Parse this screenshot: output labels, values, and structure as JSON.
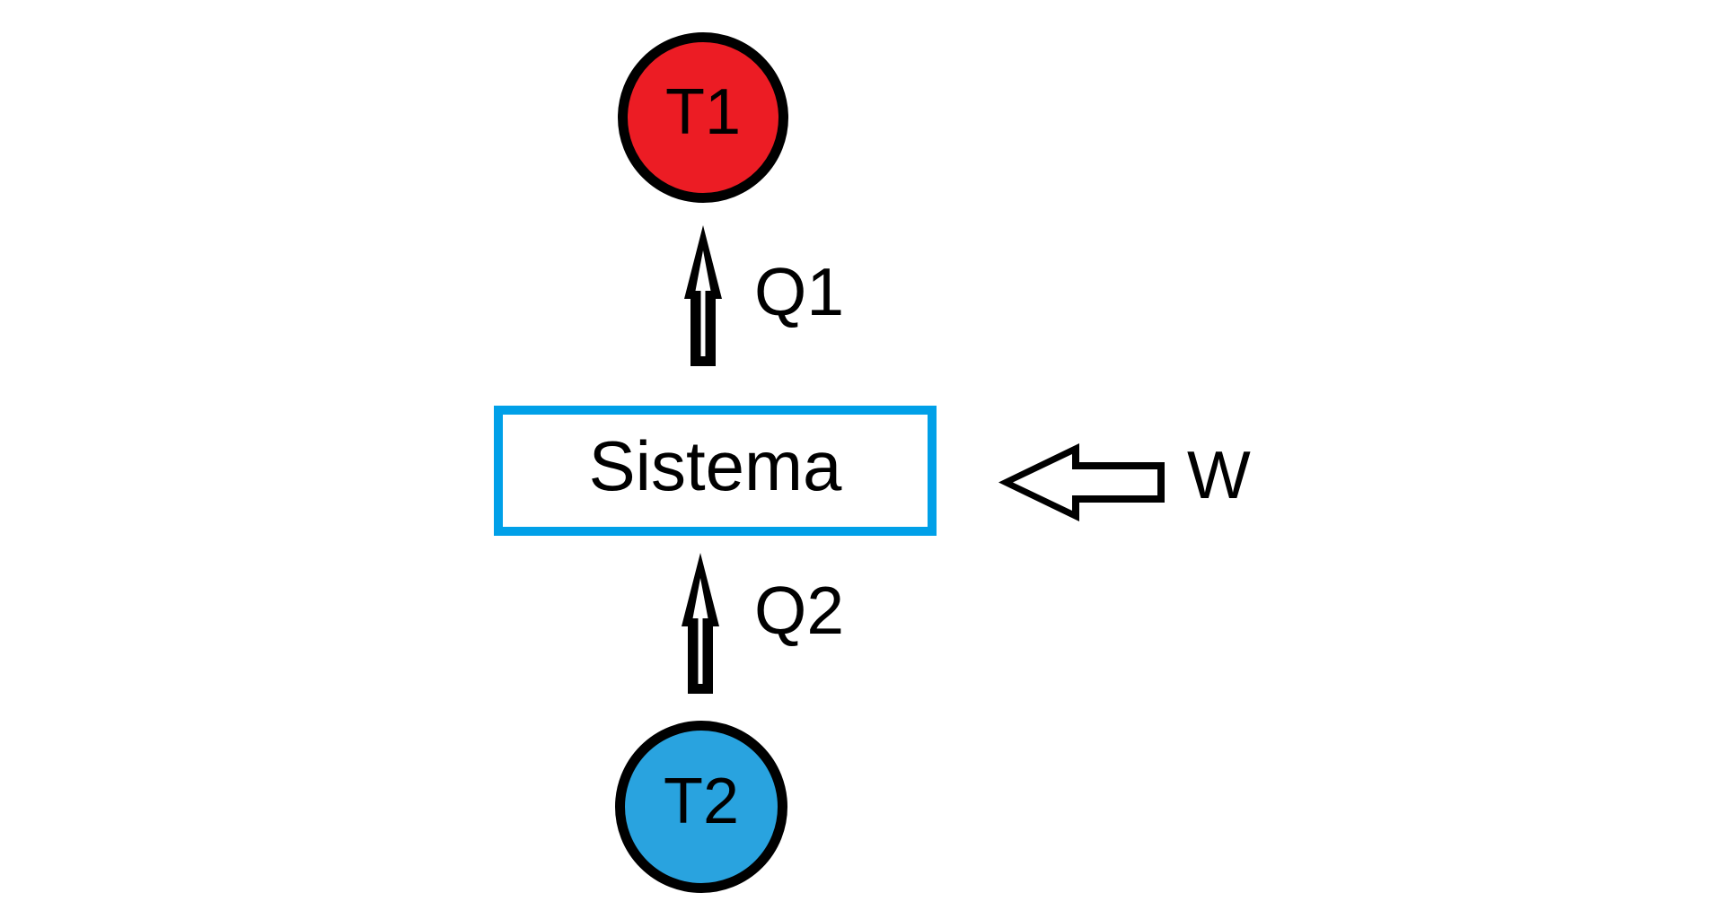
{
  "diagram": {
    "type": "thermodynamic-system-energy-flow",
    "background_color": "#ffffff",
    "hot_reservoir": {
      "label": "T1",
      "fill_color": "#ec1c24",
      "border_color": "#000000",
      "shape": "circle",
      "position": "top"
    },
    "cold_reservoir": {
      "label": "T2",
      "fill_color": "#29a3df",
      "border_color": "#000000",
      "shape": "circle",
      "position": "bottom"
    },
    "system_box": {
      "label": "Sistema",
      "border_color": "#00a0e8",
      "fill_color": "#ffffff",
      "text_color": "#000000",
      "shape": "rectangle",
      "position": "center"
    },
    "flows": [
      {
        "id": "q1",
        "label": "Q1",
        "direction": "up",
        "from": "Sistema",
        "to": "T1",
        "arrow_style": "outlined-block-arrow"
      },
      {
        "id": "q2",
        "label": "Q2",
        "direction": "up",
        "from": "T2",
        "to": "Sistema",
        "arrow_style": "outlined-block-arrow"
      },
      {
        "id": "w",
        "label": "W",
        "direction": "left",
        "from": "outside",
        "to": "Sistema",
        "arrow_style": "outlined-block-arrow"
      }
    ],
    "arrow_colors": {
      "outline": "#000000",
      "fill": "#ffffff"
    }
  }
}
